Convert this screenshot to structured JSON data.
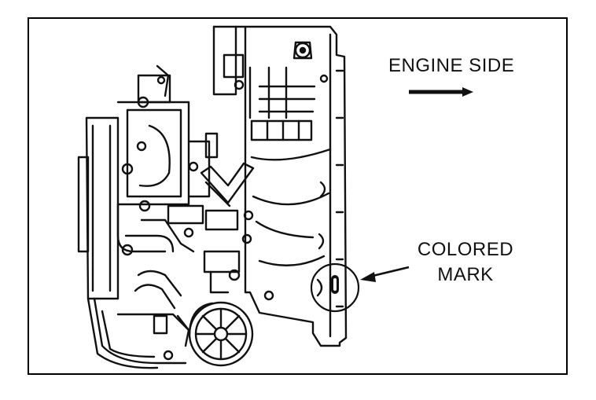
{
  "diagram": {
    "direction_label": "ENGINE SIDE",
    "mark_label_line1": "COLORED",
    "mark_label_line2": "MARK",
    "line_color": "#111111",
    "background_color": "#ffffff",
    "icons": [
      "right-arrow-icon",
      "callout-arrow-icon",
      "highlight-circle-icon"
    ]
  }
}
